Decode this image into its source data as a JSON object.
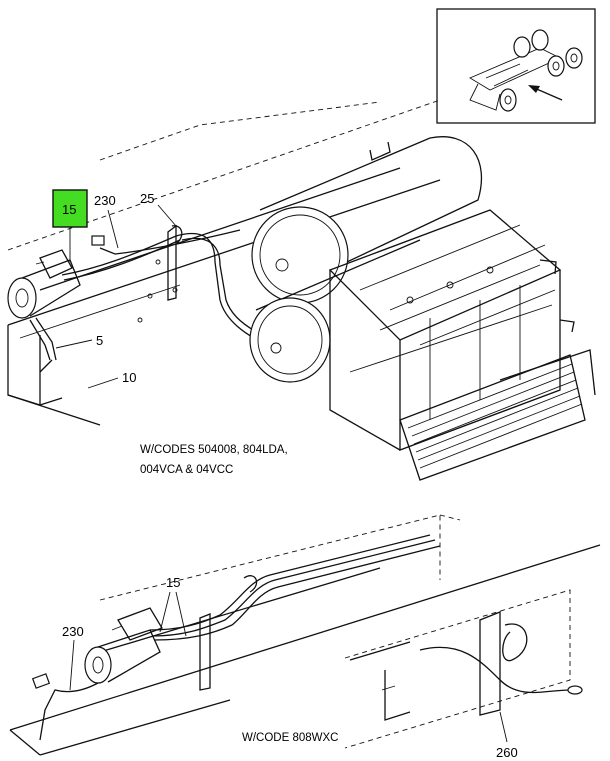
{
  "callouts": {
    "c15_top": "15",
    "c230_top": "230",
    "c25": "25",
    "c5": "5",
    "c10": "10",
    "c15_bottom": "15",
    "c230_bottom": "230",
    "c260": "260"
  },
  "captions": {
    "top_line1": "W/CODES 504008, 804LDA,",
    "top_line2": "004VCA & 04VCC",
    "bottom": "W/CODE 808WXC"
  },
  "colors": {
    "highlight": "#44dd22"
  }
}
